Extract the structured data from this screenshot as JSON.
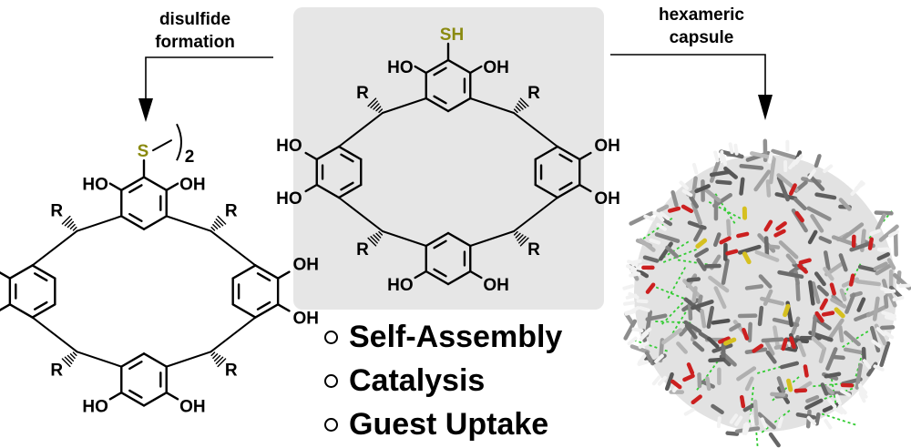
{
  "labels": {
    "step_left": [
      "disulfide",
      "formation"
    ],
    "step_right": [
      "hexameric",
      "capsule"
    ],
    "sh": "SH",
    "s": "S",
    "subscript": "2",
    "ho": "HO",
    "oh": "OH",
    "r": "R"
  },
  "applications": [
    "Self-Assembly",
    "Catalysis",
    "Guest Uptake"
  ],
  "colors": {
    "panel": "#e6e6e6",
    "sulfur": "#8a8a10",
    "carbon": "#6f6f6f",
    "oxygen": "#cc2020",
    "hbond": "#33cc33"
  }
}
